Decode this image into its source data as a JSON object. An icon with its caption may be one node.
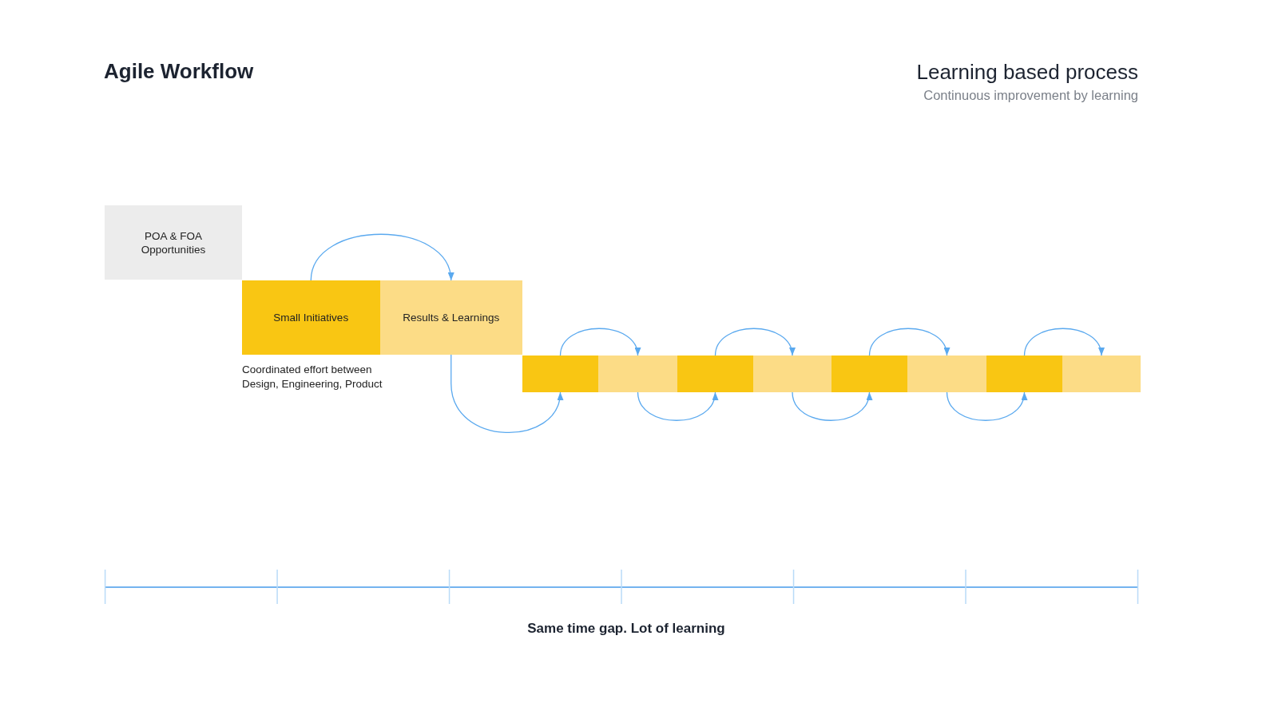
{
  "diagram": {
    "title": "Agile Workflow",
    "nodes": [
      {
        "text": [
          "POA & FOA Opportunities"
        ]
      },
      {
        "text": [
          "Small Initiatives"
        ],
        "beside": [
          "Coordinated effort between Design, Engineering, Product"
        ]
      },
      {
        "text": [
          "Results & Learnings"
        ]
      },
      {
        "text": [],
        "shape": "box"
      },
      {
        "text": [],
        "shape": "box"
      },
      {
        "text": [],
        "shape": "box"
      },
      {
        "text": [],
        "shape": "box"
      },
      {
        "text": [],
        "shape": "box"
      },
      {
        "text": [],
        "shape": "box"
      },
      {
        "text": [],
        "shape": "box"
      },
      {
        "text": [],
        "shape": "box"
      }
    ],
    "edges": [
      {
        "from": 1,
        "to": 2,
        "arrow": "to"
      },
      {
        "from": 2,
        "to": 3,
        "arrow": "to"
      },
      {
        "from": 3,
        "to": 4,
        "arrow": "to"
      },
      {
        "from": 4,
        "to": 5,
        "arrow": "to"
      },
      {
        "from": 5,
        "to": 6,
        "arrow": "to"
      },
      {
        "from": 6,
        "to": 7,
        "arrow": "to"
      },
      {
        "from": 7,
        "to": 8,
        "arrow": "to"
      },
      {
        "from": 8,
        "to": 9,
        "arrow": "to"
      },
      {
        "from": 9,
        "to": 10,
        "arrow": "to"
      }
    ],
    "labels": [
      "Learning based process",
      "Continuous improvement by learning",
      "Same time gap. Lot of learning"
    ]
  }
}
